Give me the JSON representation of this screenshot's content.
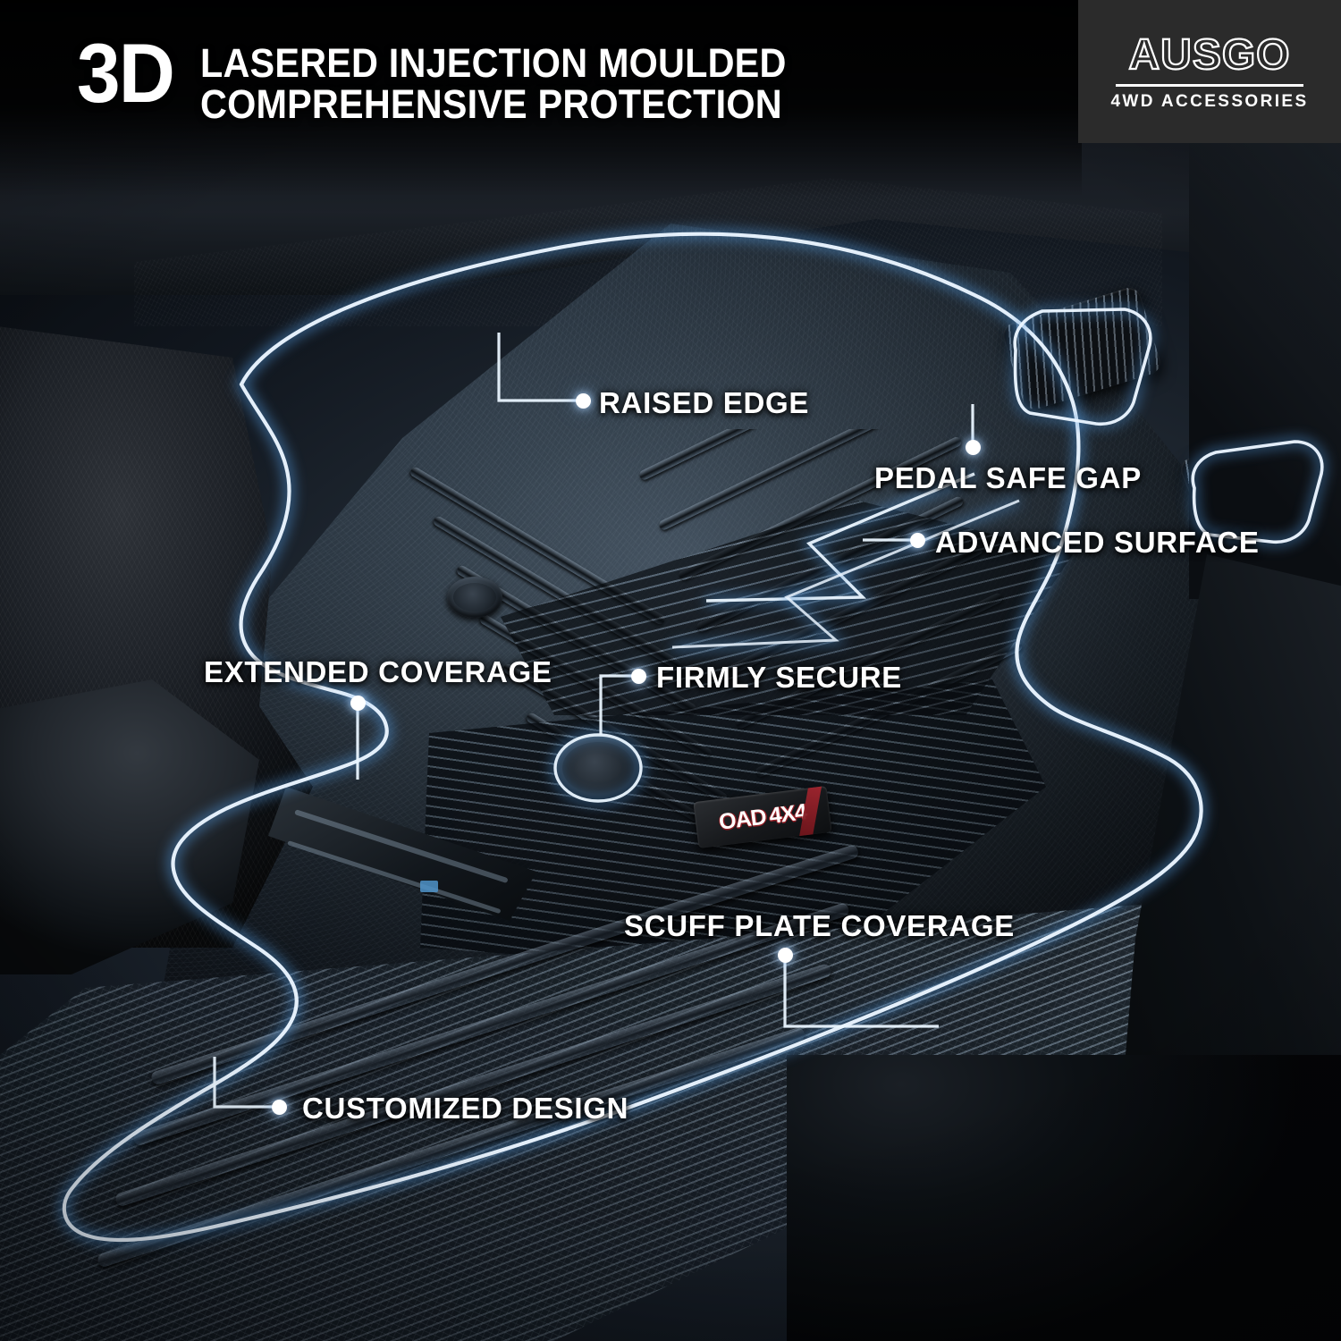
{
  "headline": {
    "badge_text": "3D",
    "line1": "LASERED INJECTION MOULDED",
    "line2": "COMPREHENSIVE PROTECTION"
  },
  "brand": {
    "name": "AUSGO",
    "subtitle": "4WD ACCESSORIES",
    "badge_bg": "#2b2b2b"
  },
  "product_emblem": {
    "text_left": "OAD",
    "text_right": "4X4",
    "accent_color": "#a52630"
  },
  "callouts": [
    {
      "id": "raised-edge",
      "label": "RAISED EDGE"
    },
    {
      "id": "pedal-safe-gap",
      "label": "PEDAL SAFE GAP"
    },
    {
      "id": "advanced-surface",
      "label": "ADVANCED SURFACE"
    },
    {
      "id": "extended-coverage",
      "label": "EXTENDED COVERAGE"
    },
    {
      "id": "firmly-secure",
      "label": "FIRMLY SECURE"
    },
    {
      "id": "scuff-plate-coverage",
      "label": "SCUFF PLATE COVERAGE"
    },
    {
      "id": "customized-design",
      "label": "CUSTOMIZED DESIGN"
    }
  ],
  "colors": {
    "glow_core": "#e8f4ff",
    "glow_halo": "#5f9ed6",
    "background": "#050608",
    "text": "#ffffff"
  }
}
